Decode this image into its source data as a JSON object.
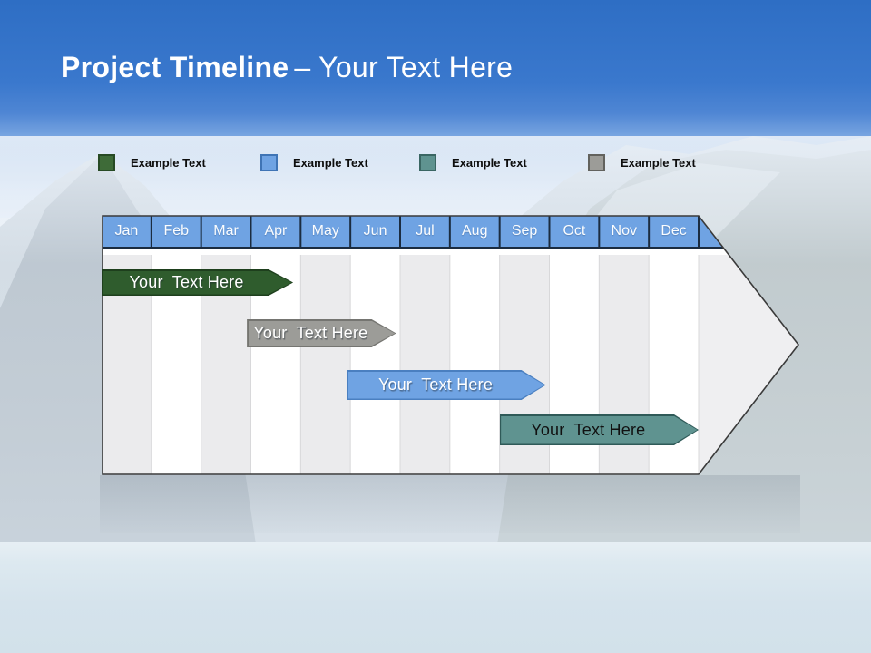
{
  "title": {
    "bold": "Project Timeline",
    "rest": "– Your Text Here"
  },
  "legend": {
    "items": [
      {
        "label": "Example Text",
        "color": "#3e6b38",
        "border": "#274a24"
      },
      {
        "label": "Example Text",
        "color": "#6fa3e3",
        "border": "#3f74b5"
      },
      {
        "label": "Example Text",
        "color": "#5f9390",
        "border": "#3a6663"
      },
      {
        "label": "Example Text",
        "color": "#9c9c98",
        "border": "#62625e"
      }
    ]
  },
  "timeline": {
    "months": [
      "Jan",
      "Feb",
      "Mar",
      "Apr",
      "May",
      "Jun",
      "Jul",
      "Aug",
      "Sep",
      "Oct",
      "Nov",
      "Dec"
    ],
    "header_color": "#6fa3e3",
    "header_text_color": "#fbfdff",
    "stripe_color": "#ebebed",
    "tip_fill": "#efeff1",
    "outline_color": "#3a3a3a",
    "separator_dark": "#1b2c40",
    "separator_light": "#d8d8da",
    "bars": [
      {
        "text": "Your  Text Here",
        "fill": "#2f5c2d",
        "border": "#1e3f1d",
        "text_color": "#ffffff",
        "row": 0,
        "start": 0.0,
        "end": 3.85
      },
      {
        "text": "Your  Text Here",
        "fill": "#9c9c98",
        "border": "#757571",
        "text_color": "#ffffff",
        "row": 1,
        "start": 2.92,
        "end": 5.92
      },
      {
        "text": "Your  Text Here",
        "fill": "#6fa3e3",
        "border": "#4a7fc0",
        "text_color": "#ffffff",
        "row": 2,
        "start": 4.93,
        "end": 8.93
      },
      {
        "text": "Your  Text Here",
        "fill": "#5f9390",
        "border": "#2f5a58",
        "text_color": "#111111",
        "row": 3,
        "start": 8.0,
        "end": 12.0
      }
    ]
  },
  "chart_data": {
    "type": "gantt",
    "title": "Project Timeline – Your Text Here",
    "categories": [
      "Jan",
      "Feb",
      "Mar",
      "Apr",
      "May",
      "Jun",
      "Jul",
      "Aug",
      "Sep",
      "Oct",
      "Nov",
      "Dec"
    ],
    "bars": [
      {
        "label": "Your Text Here",
        "start": 0.0,
        "end": 3.85,
        "start_month": "Jan",
        "end_month": "Apr",
        "color": "#2f5c2d",
        "row": 1
      },
      {
        "label": "Your Text Here",
        "start": 2.92,
        "end": 5.92,
        "start_month": "Mar",
        "end_month": "Jun",
        "color": "#9c9c98",
        "row": 2
      },
      {
        "label": "Your Text Here",
        "start": 4.93,
        "end": 8.93,
        "start_month": "May",
        "end_month": "Sep",
        "color": "#6fa3e3",
        "row": 3
      },
      {
        "label": "Your Text Here",
        "start": 8.0,
        "end": 12.0,
        "start_month": "Sep",
        "end_month": "Dec",
        "color": "#5f9390",
        "row": 4
      }
    ],
    "legend_entries": [
      "Example Text",
      "Example Text",
      "Example Text",
      "Example Text"
    ],
    "legend_position": "top",
    "axis": "months Jan–Dec, header band",
    "grid": "alternating vertical month stripes"
  }
}
